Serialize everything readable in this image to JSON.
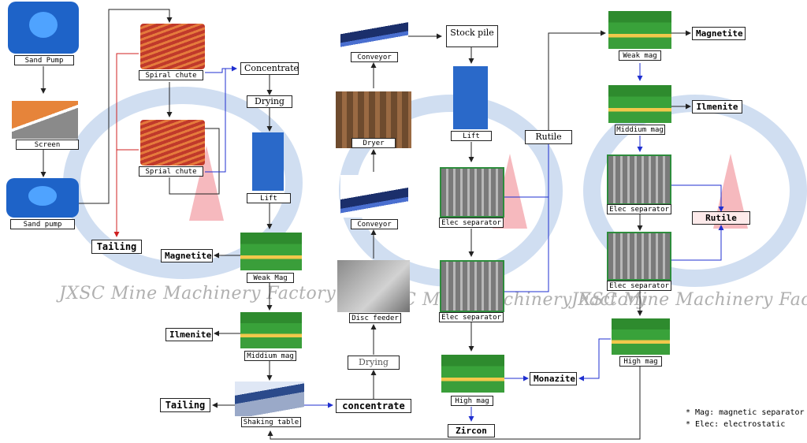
{
  "equipment": {
    "sand_pump_top": "Sand Pump",
    "screen": "Screen",
    "sand_pump_bottom": "Sand pump",
    "spiral_chute_1": "Spiral chute",
    "spiral_chute_2": "Sprial chute",
    "lift_left": "Lift",
    "weak_mag_left": "Weak Mag",
    "middium_mag_left": "Middium mag",
    "shaking_table": "Shaking table",
    "conveyor_top": "Conveyor",
    "dryer": "Dryer",
    "conveyor_bottom": "Conveyor",
    "disc_feeder": "Disc feeder",
    "lift_center": "Lift",
    "elec_separator_1": "Elec separator",
    "elec_separator_2": "Elec separator",
    "high_mag_center": "High mag",
    "weak_mag_right": "Weak mag",
    "middium_mag_right": "Middium mag",
    "elec_separator_3": "Elec separator",
    "elec_separator_4": "Elec separator",
    "high_mag_right": "High mag"
  },
  "process": {
    "concentrate_top": "Concentrate",
    "drying_top": "Drying",
    "drying_bottom": "Drying",
    "concentrate_bottom": "concentrate",
    "stock_pile": "Stock pile",
    "rutile_mid": "Rutile"
  },
  "products": {
    "tailing_1": "Tailing",
    "tailing_2": "Tailing",
    "magnetite_left": "Magnetite",
    "ilmenite_left": "Ilmenite",
    "magnetite_right": "Magnetite",
    "ilmenite_right": "Ilmenite",
    "rutile_right": "Rutile",
    "monazite": "Monazite",
    "zircon": "Zircon"
  },
  "watermarks": [
    "JXSC Mine Machinery Factory",
    "JXSC Mine Machinery Factory",
    "JXSC Mine Machinery Factory"
  ],
  "notes": {
    "mag": "* Mag: magnetic separator",
    "elec": "* Elec: electrostatic"
  },
  "colors": {
    "arrow_black": "#222222",
    "arrow_blue": "#1f2fd0",
    "arrow_red": "#d02020",
    "watermark": "#b0b0b0"
  }
}
